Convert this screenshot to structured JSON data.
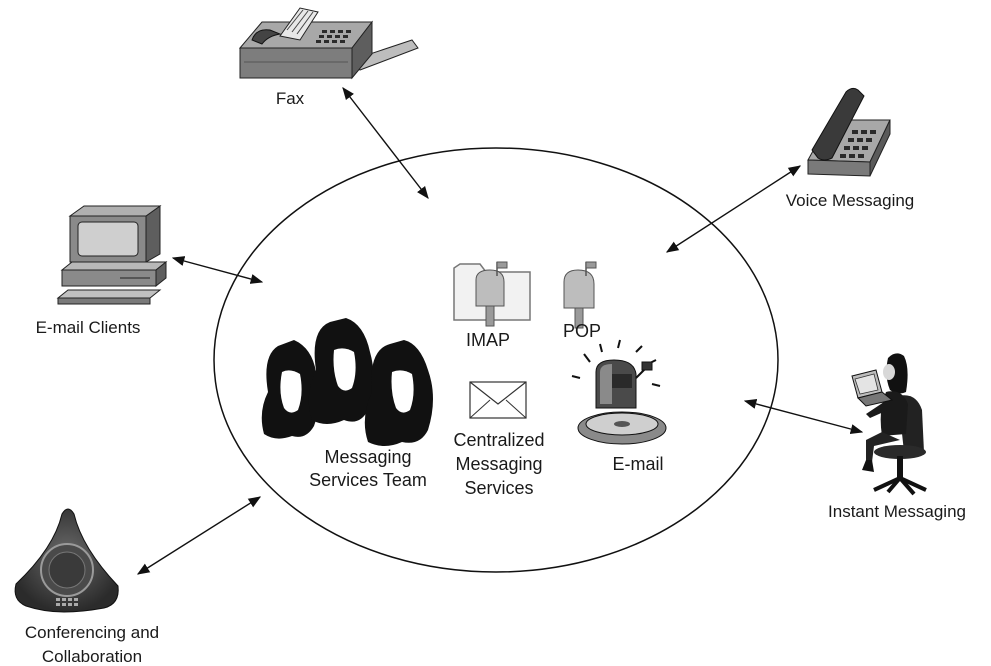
{
  "center": {
    "team_label_line1": "Messaging",
    "team_label_line2": "Services Team",
    "central_label_line1": "Centralized",
    "central_label_line2": "Messaging",
    "central_label_line3": "Services",
    "imap_label": "IMAP",
    "pop_label": "POP",
    "email_label": "E-mail"
  },
  "nodes": {
    "fax": "Fax",
    "voice": "Voice Messaging",
    "email_clients": "E-mail Clients",
    "instant": "Instant Messaging",
    "conferencing_line1": "Conferencing and",
    "conferencing_line2": "Collaboration"
  }
}
